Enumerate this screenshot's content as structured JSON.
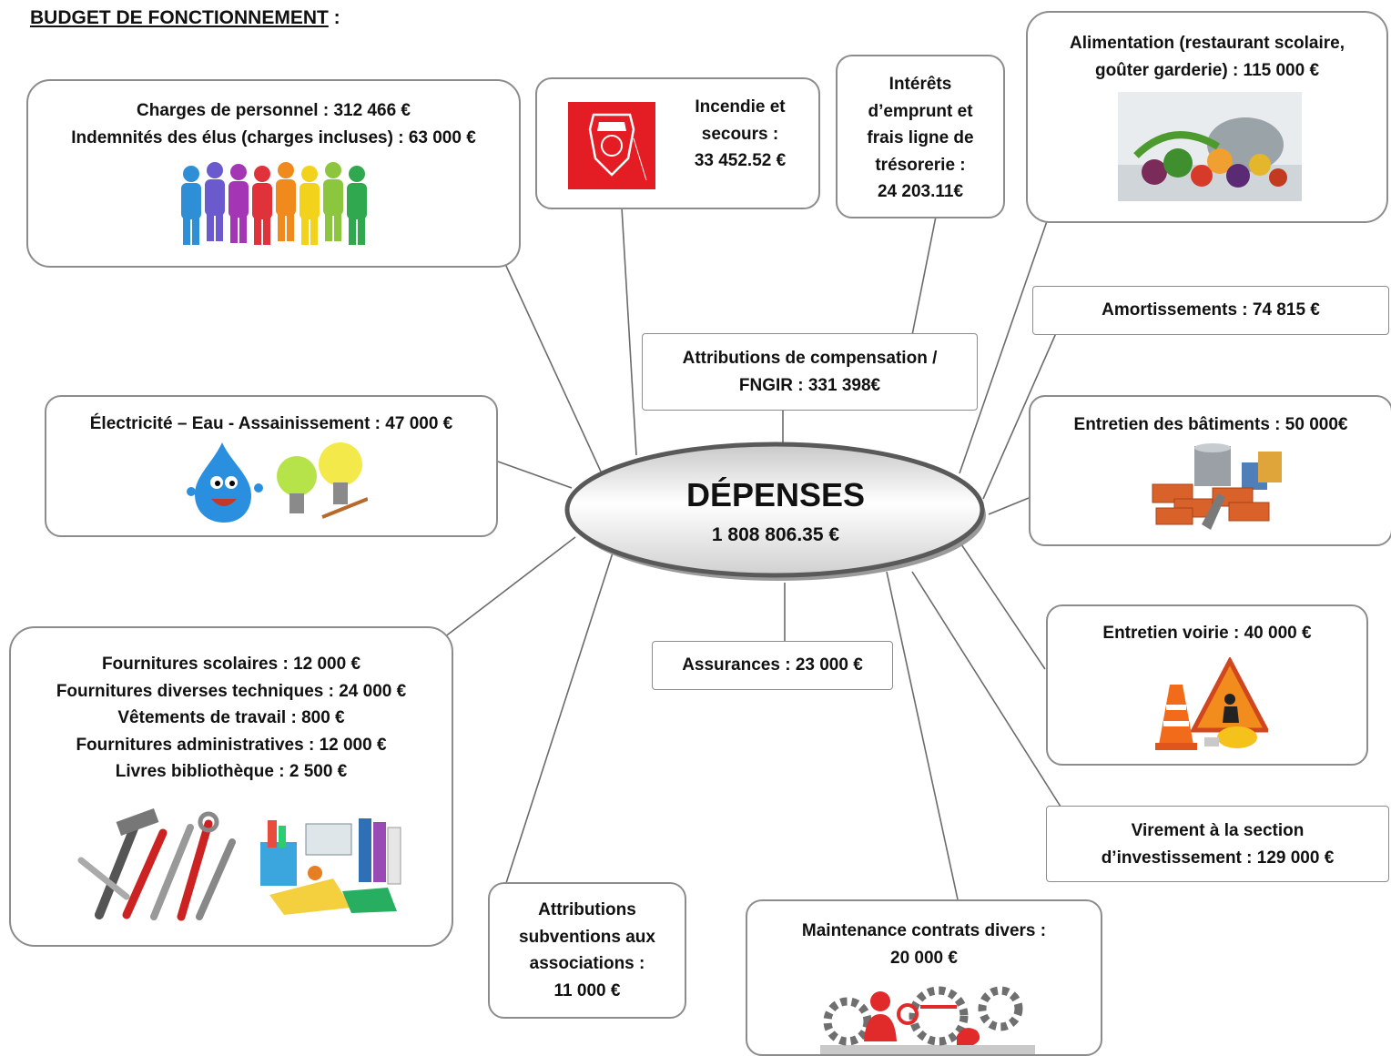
{
  "heading": {
    "title": "BUDGET DE FONCTIONNEMENT",
    "suffix": " :"
  },
  "center": {
    "title": "DÉPENSES",
    "amount": "1 808 806.35 €"
  },
  "nodes": {
    "personnel": [
      "Charges de personnel : 312 466 €",
      "Indemnités des élus (charges incluses) : 63 000 €"
    ],
    "incendie": [
      "Incendie et",
      "secours :",
      "33 452.52 €"
    ],
    "interets": [
      "Intérêts",
      "d’emprunt et",
      "frais ligne de",
      "trésorerie :",
      "24 203.11€"
    ],
    "alimentation": [
      "Alimentation (restaurant scolaire,",
      "goûter garderie) : 115 000 €"
    ],
    "amortissements": [
      "Amortissements : 74 815 €"
    ],
    "attributions_compensation": [
      "Attributions de compensation /",
      "FNGIR : 331 398€"
    ],
    "electricite": [
      "Électricité – Eau - Assainissement : 47 000 €"
    ],
    "batiments": [
      "Entretien des bâtiments : 50 000€"
    ],
    "fournitures": [
      "Fournitures scolaires : 12 000 €",
      "Fournitures diverses techniques : 24 000 €",
      "Vêtements de travail : 800 €",
      "Fournitures administratives : 12 000 €",
      "Livres bibliothèque : 2 500 €"
    ],
    "assurances": [
      "Assurances : 23 000 €"
    ],
    "voirie": [
      "Entretien voirie : 40 000 €"
    ],
    "virement": [
      "Virement à la section",
      "d’investissement : 129 000 €"
    ],
    "subventions": [
      "Attributions",
      "subventions aux",
      "associations :",
      "11 000 €"
    ],
    "maintenance": [
      "Maintenance contrats divers :",
      "20 000 €"
    ]
  },
  "colors": {
    "border": "#8c8c8c",
    "connector": "#6b6b6b",
    "ellipse_fill": "#d9d9d9",
    "ellipse_border": "#595959"
  }
}
